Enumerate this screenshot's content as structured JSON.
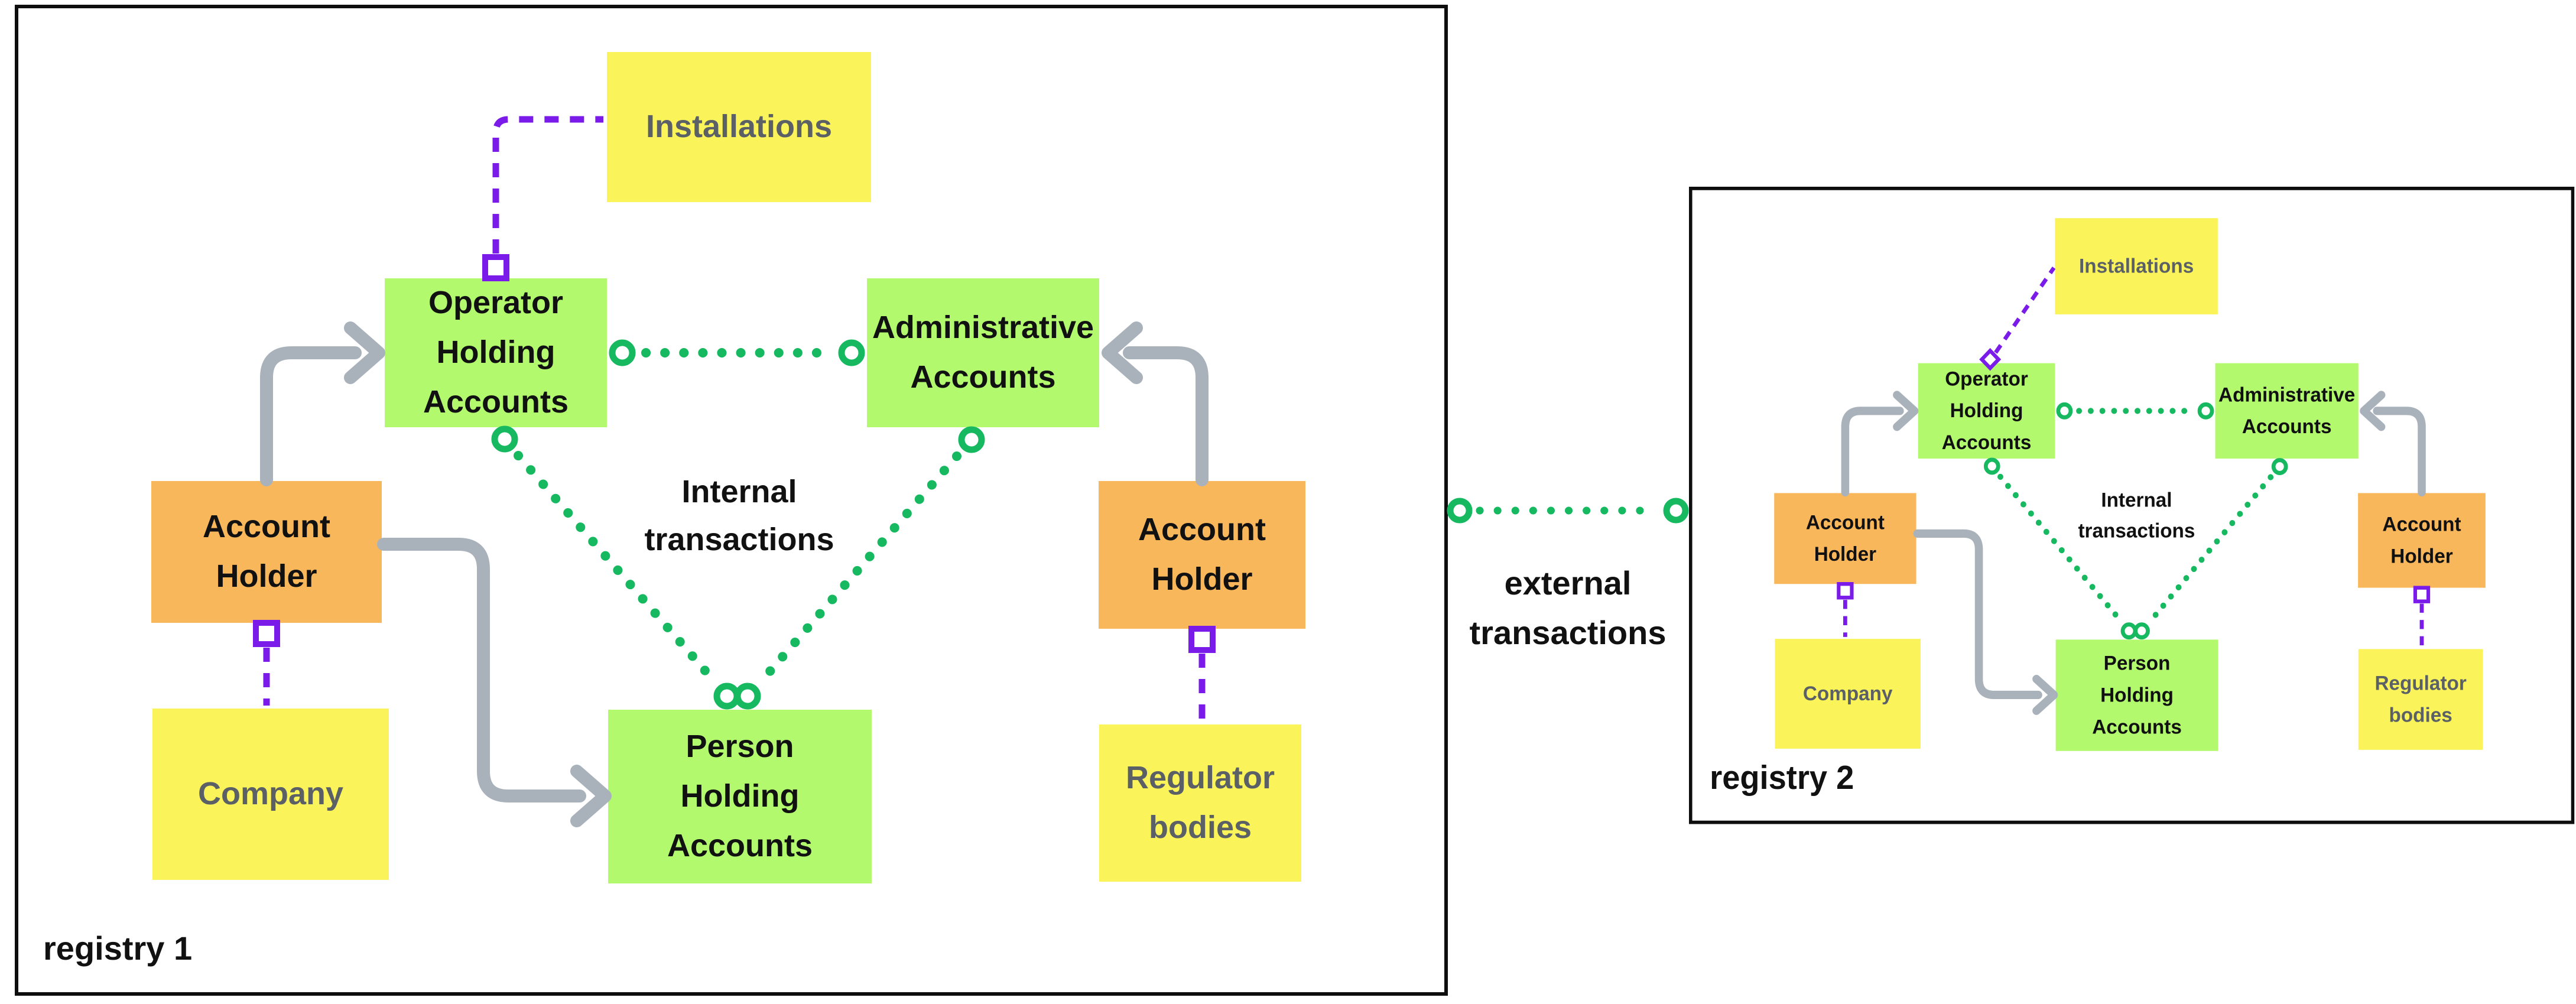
{
  "palette": {
    "green_box": "#B2F96E",
    "yellow_box": "#FAF45A",
    "orange_box": "#F9B75C",
    "connector_green": "#17B960",
    "connector_purple": "#7A1BE9",
    "connector_gray": "#A9B2BA",
    "text_gray": "#5A6066",
    "text_black": "#111111",
    "border_black": "#0E0E0E"
  },
  "external": {
    "label": "external transactions"
  },
  "registry1": {
    "label": "registry 1",
    "internal_label": "Internal transactions",
    "nodes": {
      "installations": "Installations",
      "operator_holding_accounts": "Operator Holding Accounts",
      "administrative_accounts": "Administrative Accounts",
      "account_holder_left": "Account Holder",
      "account_holder_right": "Account Holder",
      "company": "Company",
      "person_holding_accounts": "Person Holding Accounts",
      "regulator_bodies": "Regulator bodies"
    }
  },
  "registry2": {
    "label": "registry 2",
    "internal_label": "Internal transactions",
    "nodes": {
      "installations": "Installations",
      "operator_holding_accounts": "Operator Holding Accounts",
      "administrative_accounts": "Administrative Accounts",
      "account_holder_left": "Account Holder",
      "account_holder_right": "Account Holder",
      "company": "Company",
      "person_holding_accounts": "Person Holding Accounts",
      "regulator_bodies": "Regulator bodies"
    }
  }
}
